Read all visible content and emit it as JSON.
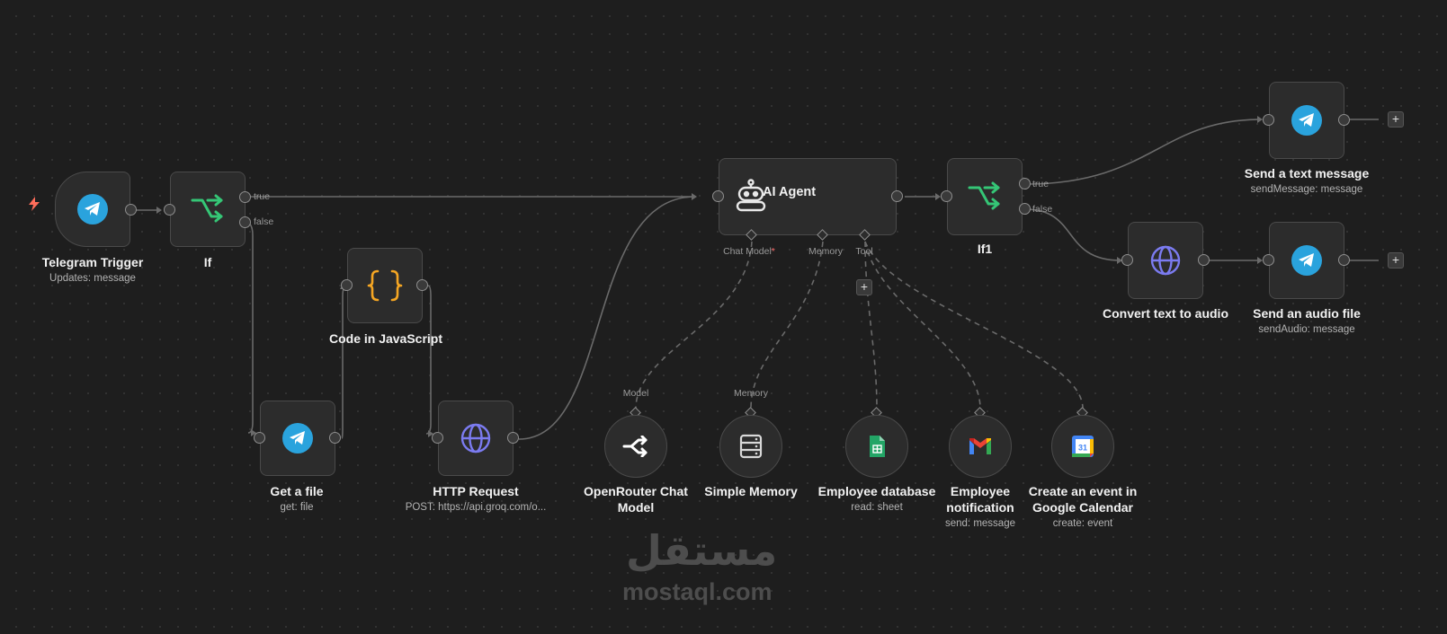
{
  "canvas": {
    "background": "#1e1e1e",
    "accent_green": "#35c676",
    "accent_orange": "#f5a623",
    "telegram_blue": "#2aa3dd"
  },
  "nodes": {
    "telegram_trigger": {
      "title": "Telegram Trigger",
      "subtitle": "Updates: message",
      "icon": "telegram-icon"
    },
    "if": {
      "title": "If",
      "port_true": "true",
      "port_false": "false",
      "icon": "if-branch-icon"
    },
    "get_file": {
      "title": "Get a file",
      "subtitle": "get: file",
      "icon": "telegram-icon"
    },
    "code": {
      "title": "Code in JavaScript",
      "icon": "code-braces-icon"
    },
    "http": {
      "title": "HTTP Request",
      "subtitle": "POST: https://api.groq.com/o...",
      "icon": "globe-icon"
    },
    "ai_agent": {
      "title": "AI Agent",
      "port_chat_model": "Chat Model",
      "port_memory": "Memory",
      "port_tool": "Tool",
      "icon": "robot-icon"
    },
    "if1": {
      "title": "If1",
      "port_true": "true",
      "port_false": "false",
      "icon": "if-branch-icon"
    },
    "send_text": {
      "title": "Send a text message",
      "subtitle": "sendMessage: message",
      "icon": "telegram-icon"
    },
    "convert_audio": {
      "title": "Convert text to audio",
      "icon": "globe-icon"
    },
    "send_audio": {
      "title": "Send an audio file",
      "subtitle": "sendAudio: message",
      "icon": "telegram-icon"
    },
    "openrouter": {
      "title": "OpenRouter Chat Model",
      "port_label": "Model",
      "icon": "openrouter-icon"
    },
    "memory": {
      "title": "Simple Memory",
      "port_label": "Memory",
      "icon": "database-icon"
    },
    "employee_db": {
      "title": "Employee database",
      "subtitle": "read: sheet",
      "icon": "google-sheets-icon"
    },
    "employee_notif": {
      "title": "Employee notification",
      "subtitle": "send: message",
      "icon": "gmail-icon"
    },
    "calendar_event": {
      "title": "Create an event in Google Calendar",
      "subtitle": "create: event",
      "icon": "google-calendar-icon",
      "calendar_day": "31"
    }
  },
  "watermark": {
    "arabic": "مستقل",
    "latin": "mostaql.com"
  }
}
